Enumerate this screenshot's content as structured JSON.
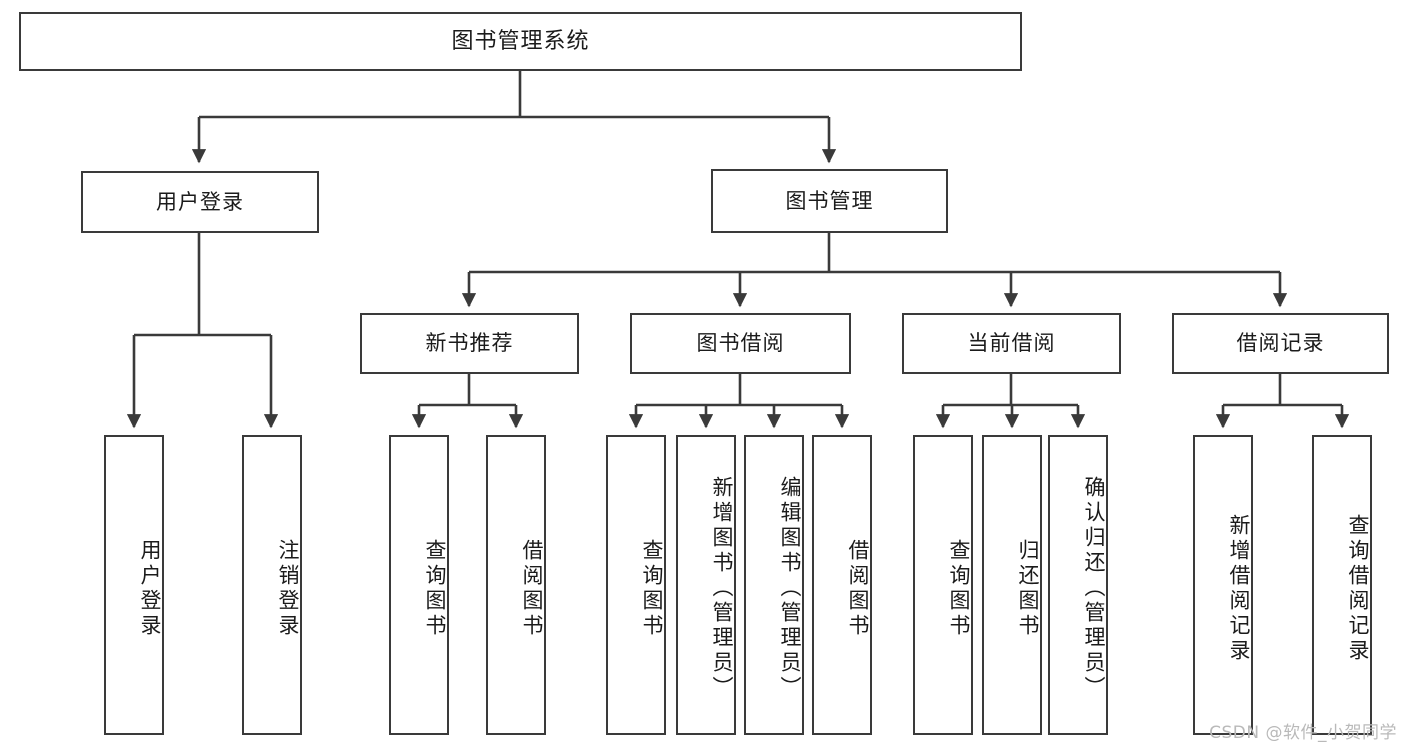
{
  "diagram": {
    "title": "图书管理系统",
    "type": "tree-hierarchy-chart",
    "stroke_color": "#3a3a3a",
    "fill_color": "#ffffff",
    "text_color": "#1b1b1b",
    "root": {
      "label": "图书管理系统"
    },
    "level2": [
      {
        "label": "用户登录"
      },
      {
        "label": "图书管理"
      }
    ],
    "level3": [
      {
        "label": "新书推荐"
      },
      {
        "label": "图书借阅"
      },
      {
        "label": "当前借阅"
      },
      {
        "label": "借阅记录"
      }
    ],
    "leaves": {
      "user_login": [
        {
          "label": "用户登录"
        },
        {
          "label": "注销登录"
        }
      ],
      "new_book_recommend": [
        {
          "label": "查询图书"
        },
        {
          "label": "借阅图书"
        }
      ],
      "book_borrow": [
        {
          "label": "查询图书"
        },
        {
          "label": "新增图书（管理员）"
        },
        {
          "label": "编辑图书（管理员）"
        },
        {
          "label": "借阅图书"
        }
      ],
      "current_borrow": [
        {
          "label": "查询图书"
        },
        {
          "label": "归还图书"
        },
        {
          "label": "确认归还（管理员）"
        }
      ],
      "borrow_record": [
        {
          "label": "新增借阅记录"
        },
        {
          "label": "查询借阅记录"
        }
      ]
    }
  },
  "watermark": {
    "text": "CSDN @软件_小贺同学"
  }
}
